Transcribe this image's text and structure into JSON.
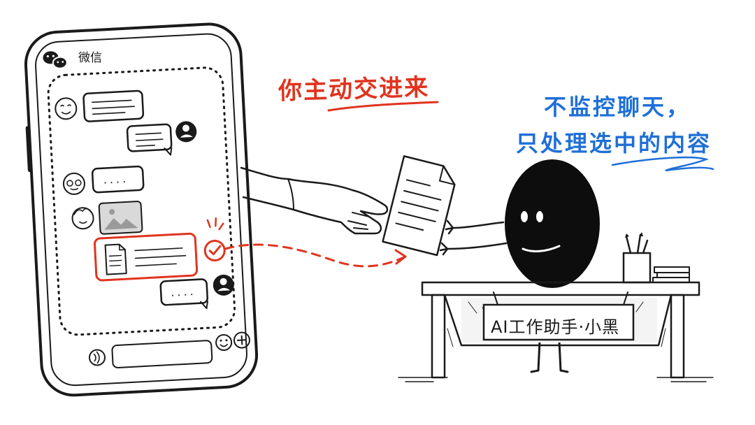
{
  "phone": {
    "app_name": "微信",
    "chat": {
      "messages": [
        {
          "side": "left",
          "content": "text"
        },
        {
          "side": "right",
          "content": "text"
        },
        {
          "side": "left",
          "content": "ellipsis",
          "text": "...."
        },
        {
          "side": "left",
          "content": "image"
        },
        {
          "side": "right",
          "content": "file",
          "selected": true
        },
        {
          "side": "right",
          "content": "ellipsis",
          "text": "...."
        }
      ]
    },
    "input_bar": {
      "left_icon": "voice-icon",
      "right_icons": [
        "emoji-icon",
        "plus-icon"
      ]
    }
  },
  "captions": {
    "handoff": "你主动交进来",
    "privacy_line_1": "不监控聊天，",
    "privacy_line_2": "只处理选中的内容"
  },
  "assistant": {
    "name_sign": "AI工作助手·小黑"
  },
  "colors": {
    "accent_red": "#e0341e",
    "accent_blue": "#1f6fd8",
    "ink": "#1a1a1a",
    "character": "#0d0d0d"
  }
}
